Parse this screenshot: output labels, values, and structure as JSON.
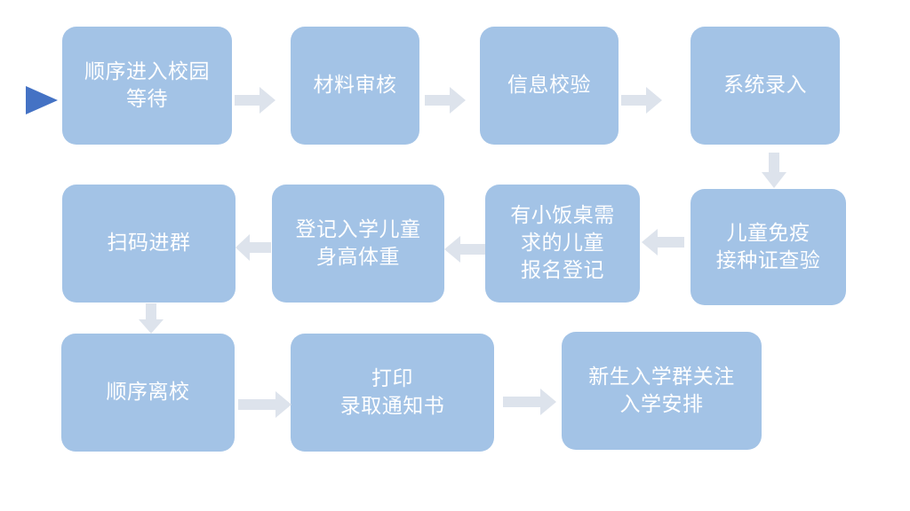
{
  "colors": {
    "box_fill": "#a3c3e6",
    "box_text": "#ffffff",
    "connector_arrow": "#dde3ec",
    "start_marker": "#4472c4"
  },
  "steps": [
    {
      "id": "step-1",
      "text": "顺序进入校园\n等待"
    },
    {
      "id": "step-2",
      "text": "材料审核"
    },
    {
      "id": "step-3",
      "text": "信息校验"
    },
    {
      "id": "step-4",
      "text": "系统录入"
    },
    {
      "id": "step-5",
      "text": "儿童免疫\n接种证查验"
    },
    {
      "id": "step-6",
      "text": "有小饭桌需\n求的儿童\n报名登记"
    },
    {
      "id": "step-7",
      "text": "登记入学儿童\n身高体重"
    },
    {
      "id": "step-8",
      "text": "扫码进群"
    },
    {
      "id": "step-9",
      "text": "顺序离校"
    },
    {
      "id": "step-10",
      "text": "打印\n录取通知书"
    },
    {
      "id": "step-11",
      "text": "新生入学群关注\n入学安排"
    }
  ]
}
